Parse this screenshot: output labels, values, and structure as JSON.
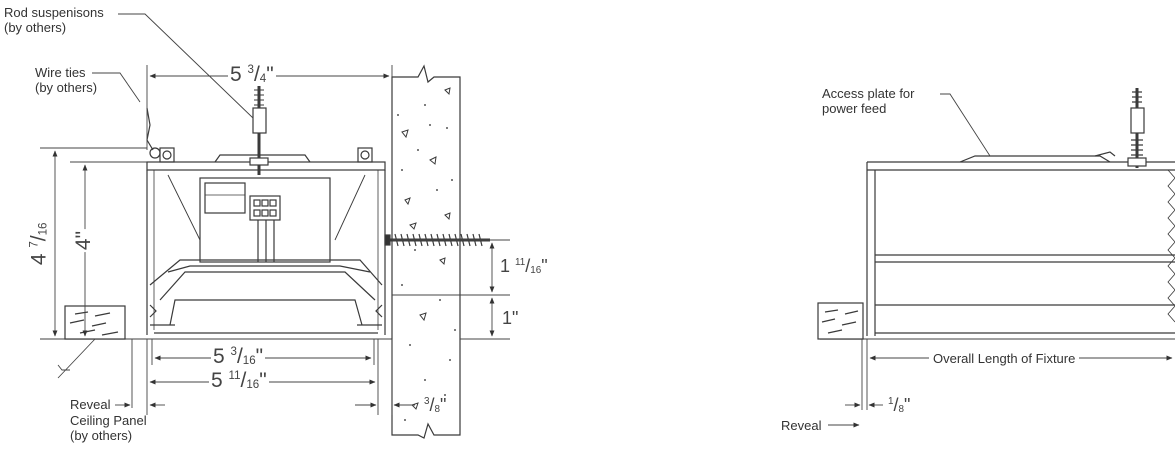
{
  "labels": {
    "rod_suspension": [
      "Rod suspenisons",
      "(by others)"
    ],
    "wire_ties": [
      "Wire ties",
      "(by others)"
    ],
    "ceiling_panel": [
      "Ceiling Panel",
      "(by others)"
    ],
    "reveal_left": "Reveal",
    "access_plate": [
      "Access plate for",
      "power feed"
    ],
    "overall_length": "Overall Length of Fixture",
    "reveal_right": "Reveal"
  },
  "dimensions": {
    "width_top": {
      "whole": "5",
      "num": "3",
      "den": "4",
      "unit": "\""
    },
    "height_total": {
      "whole": "4",
      "num": "7",
      "den": "16",
      "unit": "\""
    },
    "height_box": {
      "whole": "4",
      "unit": "\""
    },
    "screw_offset": {
      "whole": "1",
      "num": "11",
      "den": "16",
      "unit": "\""
    },
    "lower_offset": {
      "whole": "1",
      "unit": "\""
    },
    "aperture_inner": {
      "whole": "5",
      "num": "3",
      "den": "16",
      "unit": "\""
    },
    "aperture_outer": {
      "whole": "5",
      "num": "11",
      "den": "16",
      "unit": "\""
    },
    "wall_gap": {
      "num": "3",
      "den": "8",
      "unit": "\""
    },
    "flange_right": {
      "num": "1",
      "den": "8",
      "unit": "\""
    }
  },
  "colors": {
    "line": "#3a3a3a",
    "light": "#888888"
  }
}
